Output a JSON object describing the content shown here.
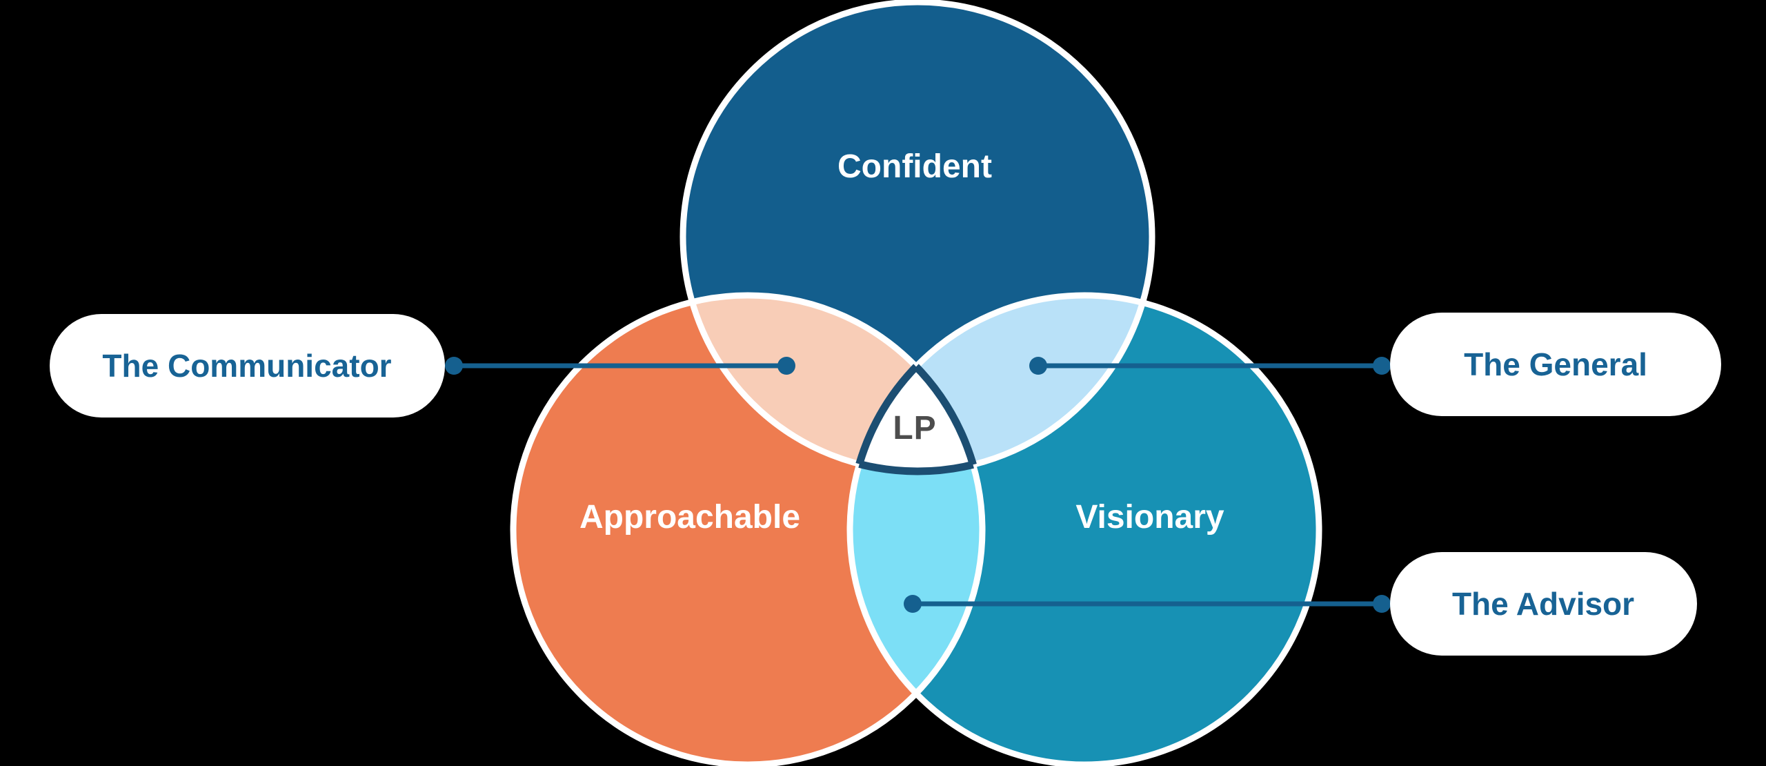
{
  "colors": {
    "background": "#000000",
    "confident_fill": "#135E8D",
    "approachable_fill": "#EE7C50",
    "visionary_fill": "#1791B4",
    "overlap_confident_approachable": "#F8CDB7",
    "overlap_confident_visionary": "#B9E1F8",
    "overlap_approachable_visionary": "#7CDFF6",
    "circle_outline": "#FFFFFF",
    "center_fill": "#FFFFFF",
    "center_border": "#1C4E72",
    "center_text": "#4D4D4D",
    "circle_label_text": "#FFFFFF",
    "connector": "#15608F",
    "pill_fill": "#FFFFFF",
    "pill_text": "#186395"
  },
  "venn": {
    "circles": [
      {
        "label": "Confident"
      },
      {
        "label": "Approachable"
      },
      {
        "label": "Visionary"
      }
    ],
    "center_label": "LP",
    "callouts": [
      {
        "label": "The Communicator"
      },
      {
        "label": "The General"
      },
      {
        "label": "The Advisor"
      }
    ]
  }
}
